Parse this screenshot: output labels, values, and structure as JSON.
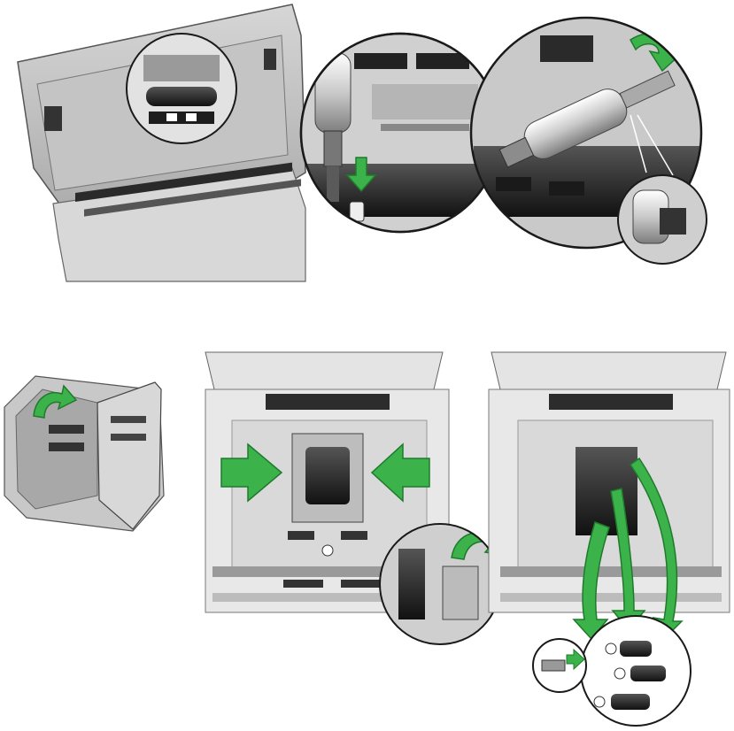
{
  "figure": {
    "panels": [
      {
        "id": "top-left",
        "subject": "scanner-open-lid-with-roller-callout"
      },
      {
        "id": "top-middle",
        "subject": "roller-insert-down-arrow"
      },
      {
        "id": "top-right",
        "subject": "roller-rotate-lock"
      },
      {
        "id": "bottom-left",
        "subject": "open-scanner-cover"
      },
      {
        "id": "bottom-middle",
        "subject": "squeeze-roller-latches"
      },
      {
        "id": "bottom-right",
        "subject": "remove-rollers"
      }
    ],
    "colors": {
      "arrow": "#3bb34a",
      "arrow_edge": "#1f7a2c",
      "body_light": "#e6e6e6",
      "body_mid": "#b8b8b8",
      "body_dark": "#3a3a3a",
      "outline": "#222222"
    },
    "icons": [
      "down-arrow-icon",
      "rotate-arrow-icon",
      "push-arrow-icon",
      "curved-arrow-icon",
      "roller-icon"
    ]
  }
}
